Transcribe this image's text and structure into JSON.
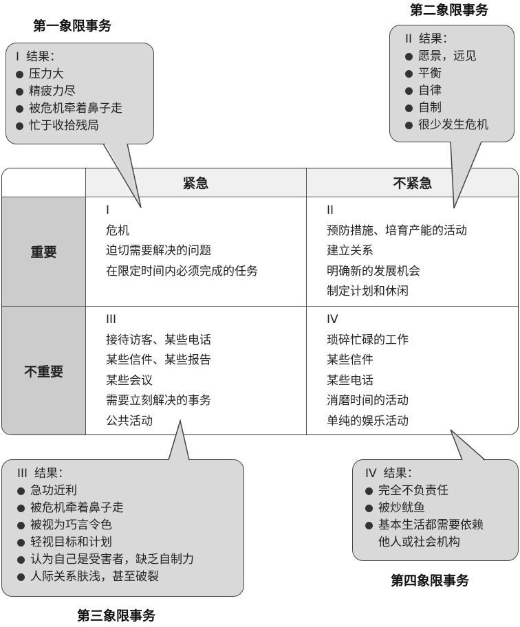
{
  "quadrant_titles": {
    "q1": "第一象限事务",
    "q2": "第二象限事务",
    "q3": "第三象限事务",
    "q4": "第四象限事务"
  },
  "matrix": {
    "col_headers": [
      "紧急",
      "不紧急"
    ],
    "row_headers": [
      "重要",
      "不重要"
    ],
    "quadrants": [
      {
        "numeral": "I",
        "items": [
          "危机",
          "迫切需要解决的问题",
          "在限定时间内必须完成的任务"
        ]
      },
      {
        "numeral": "II",
        "items": [
          "预防措施、培育产能的活动",
          "建立关系",
          "明确新的发展机会",
          "制定计划和休闲"
        ]
      },
      {
        "numeral": "III",
        "items": [
          "接待访客、某些电话",
          "某些信件、某些报告",
          "某些会议",
          "需要立刻解决的事务",
          "公共活动"
        ]
      },
      {
        "numeral": "IV",
        "items": [
          "琐碎忙碌的工作",
          "某些信件",
          "某些电话",
          "消磨时间的活动",
          "单纯的娱乐活动"
        ]
      }
    ]
  },
  "results": [
    {
      "numeral": "I",
      "label": "结果：",
      "items": [
        "压力大",
        "精疲力尽",
        "被危机牵着鼻子走",
        "忙于收拾残局"
      ]
    },
    {
      "numeral": "II",
      "label": "结果：",
      "items": [
        "愿景，远见",
        "平衡",
        "自律",
        "自制",
        "很少发生危机"
      ]
    },
    {
      "numeral": "III",
      "label": "结果：",
      "items": [
        "急功近利",
        "被危机牵着鼻子走",
        "被视为巧言令色",
        "轻视目标和计划",
        "认为自己是受害者，缺乏自制力",
        "人际关系肤浅，甚至破裂"
      ]
    },
    {
      "numeral": "IV",
      "label": "结果：",
      "items": [
        "完全不负责任",
        "被炒鱿鱼",
        "基本生活都需要依赖"
      ],
      "continuation": "他人或社会机构"
    }
  ],
  "colors": {
    "bubble": "#d9d9d9",
    "row_header": "#cccccc",
    "col_header": "#f0f0f0"
  }
}
